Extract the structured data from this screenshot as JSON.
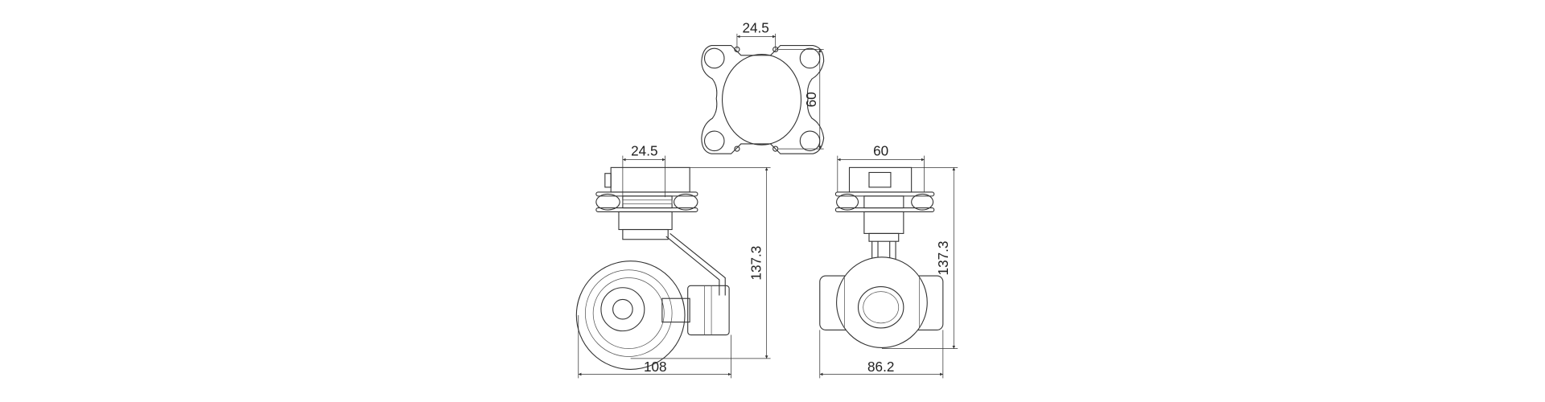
{
  "drawing": {
    "mount_plate": {
      "hole_spacing": "24.5",
      "height": "60"
    },
    "side_view": {
      "hole_spacing": "24.5",
      "height": "137.3",
      "width": "108"
    },
    "front_view": {
      "plate_width": "60",
      "height": "137.3",
      "width": "86.2"
    },
    "line_color": "#333333",
    "background": "#ffffff"
  }
}
